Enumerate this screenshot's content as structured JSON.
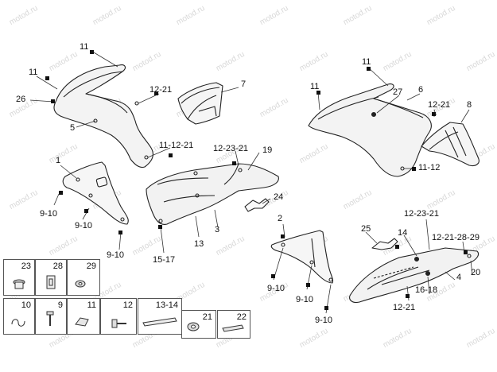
{
  "watermark": "motod.ru",
  "callouts": {
    "c11_top": "11",
    "c11_left": "11",
    "c26": "26",
    "c5": "5",
    "c12_21_a": "12-21",
    "c7": "7",
    "c11_12_21": "11-12-21",
    "c12_23_21_a": "12-23-21",
    "c19": "19",
    "c1": "1",
    "c9_10_a": "9-10",
    "c9_10_b": "9-10",
    "c9_10_c": "9-10",
    "c13": "13",
    "c3": "3",
    "c24": "24",
    "c15_17": "15-17",
    "c11_r_top": "11",
    "c11_r_left": "11",
    "c27": "27",
    "c6": "6",
    "c12_21_b": "12-21",
    "c8": "8",
    "c11_12": "11-12",
    "c2": "2",
    "c25": "25",
    "c14": "14",
    "c12_23_21_b": "12-23-21",
    "c12_21_28_29": "12-21-28-29",
    "c9_10_d": "9-10",
    "c9_10_e": "9-10",
    "c9_10_f": "9-10",
    "c4": "4",
    "c20": "20",
    "c16_18": "16-18",
    "c12_21_c": "12-21"
  },
  "parts": [
    {
      "num": "23",
      "icon": "button-rivet-icon"
    },
    {
      "num": "28",
      "icon": "clip-icon"
    },
    {
      "num": "29",
      "icon": "grommet-icon"
    },
    {
      "num": "10",
      "icon": "spring-clip-icon"
    },
    {
      "num": "9",
      "icon": "screw-icon"
    },
    {
      "num": "11",
      "icon": "nut-clip-icon"
    },
    {
      "num": "12",
      "icon": "bolt-icon"
    },
    {
      "num": "13-14",
      "icon": "strip-icon"
    },
    {
      "num": "21",
      "icon": "washer-icon"
    },
    {
      "num": "22",
      "icon": "bracket-icon"
    }
  ]
}
